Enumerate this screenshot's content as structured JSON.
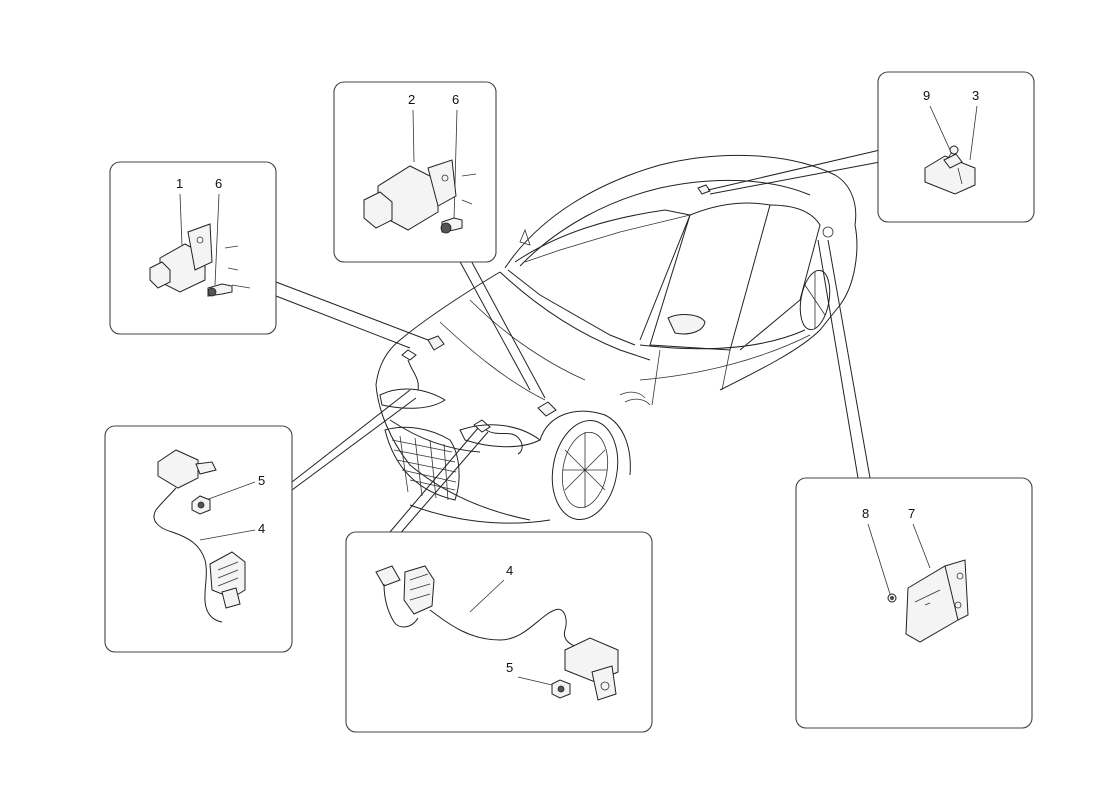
{
  "callouts": {
    "box_sensor_left": {
      "part": "1",
      "screw": "6"
    },
    "box_sensor_top": {
      "part": "2",
      "screw": "6"
    },
    "box_sensor_right": {
      "part": "9",
      "module": "3"
    },
    "box_wheel_left": {
      "screw": "5",
      "cable": "4"
    },
    "box_wheel_center": {
      "cable": "4",
      "screw": "5"
    },
    "box_control_unit": {
      "nut": "8",
      "unit": "7"
    }
  }
}
